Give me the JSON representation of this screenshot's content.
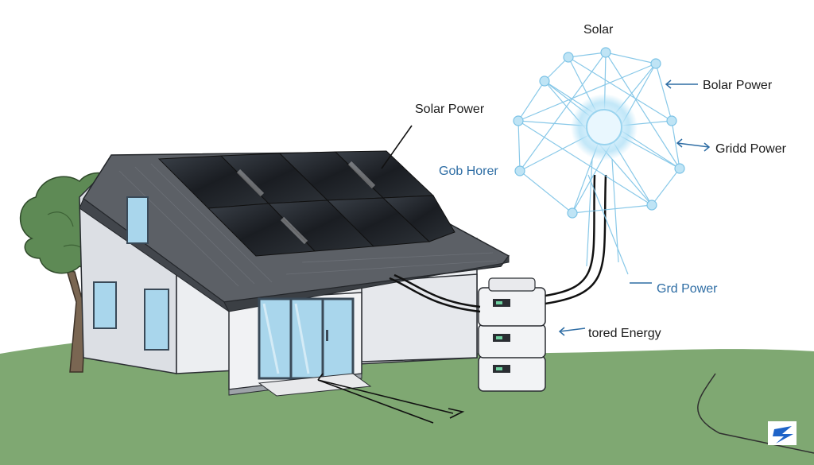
{
  "labels": {
    "solar_top": "Solar",
    "solar_power_house": "Solar Power",
    "solar_power_right": "Bolar Power",
    "grid_power_right": "Gridd Power",
    "gob_horer": "Gob Horer",
    "grd_power": "Grd Power",
    "stored_energy": "tored Energy"
  },
  "colors": {
    "sky": "#ffffff",
    "grass": "#7fa872",
    "roof": "#5c6066",
    "wall": "#e4e6ea",
    "panel": "#1e2228",
    "glass": "#a9d6ec",
    "network": "#7cc3e6",
    "network_label": "#2e6da4",
    "battery": "#f2f3f5",
    "logo": "#1e63c8"
  },
  "icons": [
    "solar-network-icon",
    "battery-unit-icon",
    "brand-logo-icon"
  ]
}
